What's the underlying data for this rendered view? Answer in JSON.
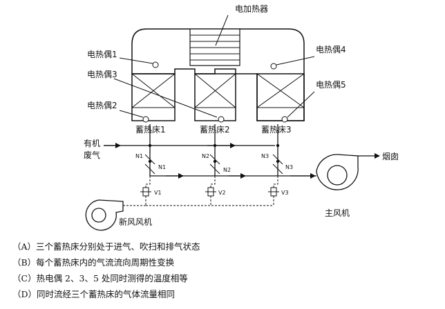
{
  "labels": {
    "heater": "电加热器",
    "tc1": "电热偶1",
    "tc2": "电热偶2",
    "tc3": "电热偶3",
    "tc4": "电热偶4",
    "tc5": "电热偶5",
    "bed1": "蓄热床1",
    "bed2": "蓄热床2",
    "bed3": "蓄热床3",
    "organic_line1": "有机",
    "organic_line2": "废气",
    "chimney": "烟囱",
    "fresh_fan": "新风风机",
    "main_fan": "主风机"
  },
  "valves": [
    "N1",
    "N2",
    "N3"
  ],
  "dampers": [
    "V1",
    "V2",
    "V3"
  ],
  "options": [
    "（A）三个蓄热床分别处于进气、吹扫和排气状态",
    "（B）每个蓄热床内的气流流向周期性变换",
    "（C）热电偶 2、3、5 处同时测得的温度相等",
    "（D）同时流经三个蓄热床的气体流量相同"
  ]
}
